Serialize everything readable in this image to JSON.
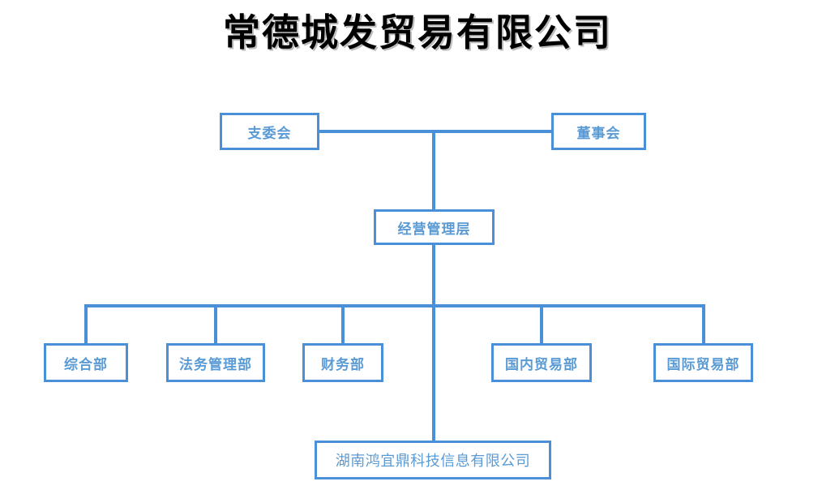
{
  "title": "常德城发贸易有限公司",
  "theme": {
    "line_color": "#4a90d9",
    "text_color": "#5b9bd5",
    "title_color": "#000000",
    "background": "#ffffff"
  },
  "chart_data": {
    "type": "diagram",
    "diagram_type": "organization-chart",
    "title": "常德城发贸易有限公司",
    "nodes": [
      {
        "id": "party",
        "label": "支委会",
        "level": 1
      },
      {
        "id": "board",
        "label": "董事会",
        "level": 1
      },
      {
        "id": "management",
        "label": "经营管理层",
        "level": 2
      },
      {
        "id": "dept-0",
        "label": "综合部",
        "level": 3
      },
      {
        "id": "dept-1",
        "label": "法务管理部",
        "level": 3
      },
      {
        "id": "dept-2",
        "label": "财务部",
        "level": 3
      },
      {
        "id": "dept-3",
        "label": "国内贸易部",
        "level": 3
      },
      {
        "id": "dept-4",
        "label": "国际贸易部",
        "level": 3
      },
      {
        "id": "subsidiary",
        "label": "湖南鸿宜鼎科技信息有限公司",
        "level": 4
      }
    ],
    "edges": [
      {
        "from": "party",
        "to": "board"
      },
      {
        "from": "party",
        "to": "management"
      },
      {
        "from": "board",
        "to": "management"
      },
      {
        "from": "management",
        "to": "dept-0"
      },
      {
        "from": "management",
        "to": "dept-1"
      },
      {
        "from": "management",
        "to": "dept-2"
      },
      {
        "from": "management",
        "to": "dept-3"
      },
      {
        "from": "management",
        "to": "dept-4"
      },
      {
        "from": "management",
        "to": "subsidiary"
      }
    ]
  },
  "nodes": {
    "party": "支委会",
    "board": "董事会",
    "management": "经营管理层",
    "subsidiary": "湖南鸿宜鼎科技信息有限公司",
    "departments": [
      "综合部",
      "法务管理部",
      "财务部",
      "国内贸易部",
      "国际贸易部"
    ]
  }
}
